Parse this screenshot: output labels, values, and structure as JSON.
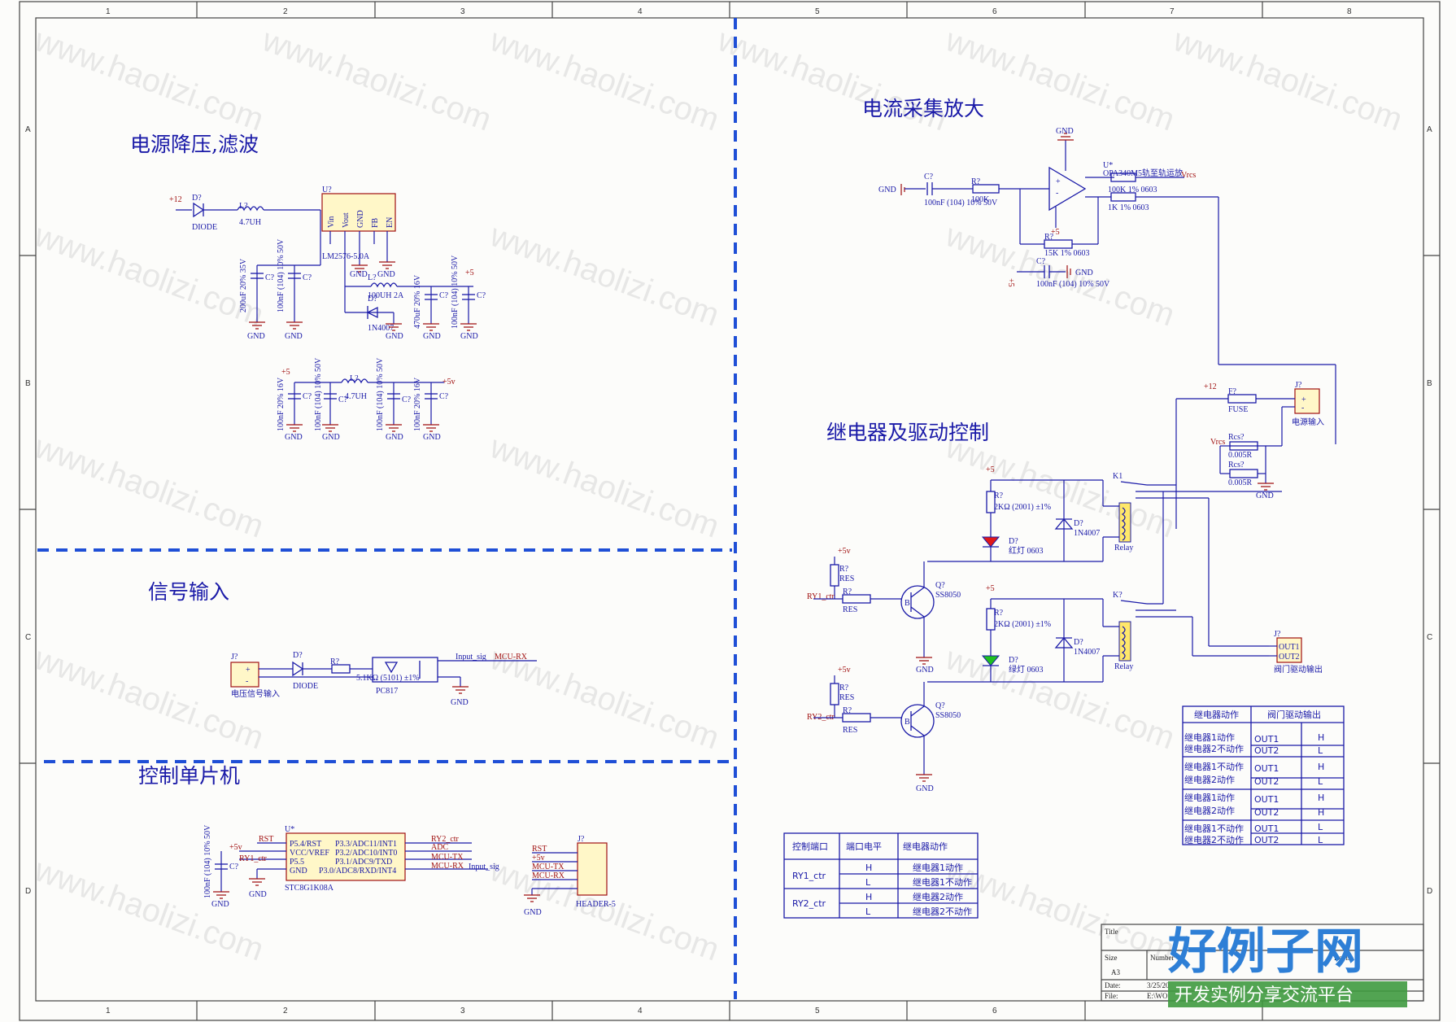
{
  "grid": {
    "columns": [
      "1",
      "2",
      "3",
      "4",
      "5",
      "6",
      "7",
      "8"
    ],
    "rows": [
      "A",
      "B",
      "C",
      "D"
    ]
  },
  "watermark": "www.haolizi.com",
  "sections": {
    "power": "电源降压,滤波",
    "current": "电流采集放大",
    "relay": "继电器及驱动控制",
    "signal": "信号输入",
    "mcu": "控制单片机"
  },
  "labels": {
    "p12": "+12",
    "d1": "D?",
    "diode": "DIODE",
    "l1": "L?",
    "l1v": "4.7UH",
    "u1": "U?",
    "vin": "Vin",
    "vout": "Vout",
    "gndpin": "GND",
    "fb": "FB",
    "en": "EN",
    "lm": "LM2576-5.0A",
    "c1": "C?",
    "c1v": "200uF 20% 35V",
    "c2": "C?",
    "c2v": "100nF (104) 10% 50V",
    "gnd": "GND",
    "l2": "L?",
    "l2v": "100UH 2A",
    "d2": "D?",
    "in4007": "1N4007",
    "c3v": "470uF 20% 16V",
    "c4v": "100nF (104) 10% 50V",
    "p5": "+5",
    "c5v": "100nF 20% 16V",
    "c6v": "100nF (104) 10% 50V",
    "l3v": "4.7UH",
    "c7v": "100nF (104) 10% 50V",
    "c8v": "100nF 20% 16V",
    "p5v": "+5v",
    "cap1v": "100nF (104) 10% 50V",
    "r1": "R?",
    "r1v": "100K",
    "u2": "U*",
    "op": "OPA340M5轨至轨运放",
    "vrcs": "Vrcs",
    "r2v": "100K 1% 0603",
    "r3v": "1K 1% 0603",
    "r4v": "15K 1% 0603",
    "cap2v": "100nF (104) 10% 50V",
    "gnd2": "GND",
    "j1": "J?",
    "power_in": "电源输入",
    "f1": "F?",
    "fuse": "FUSE",
    "rcs1": "Rcs?",
    "rcs1v": "0.005R",
    "rcs2": "Rcs?",
    "rcs2v": "0.005R",
    "k1": "K1",
    "k2": "K?",
    "relay": "Relay",
    "rled": "R?",
    "rledv": "2KΩ (2001) ±1%",
    "dled1": "D?",
    "red": "红灯 0603",
    "green": "绿灯 0603",
    "q1": "Q?",
    "ss8050": "SS8050",
    "res": "RES",
    "ry1": "RY1_ctr",
    "ry2": "RY2_ctr",
    "j2": "J?",
    "out1": "OUT1",
    "out2": "OUT2",
    "valve_out": "阀门驱动输出",
    "j3": "J?",
    "volt_in": "电压信号输入",
    "r5v": "5.1KΩ (5101) ±1%",
    "pc817": "PC817",
    "input_sig": "Input_sig",
    "mcurx": "MCU-RX",
    "u3": "U*",
    "stc": "STC8G1K08A",
    "p54": "P5.4/RST",
    "vcc": "VCC/VREF",
    "p55": "P5.5",
    "gndp": "GND",
    "p33": "P3.3/ADC11/INT1",
    "p32": "P3.2/ADC10/INT0",
    "p31": "P3.1/ADC9/TXD",
    "p30": "P3.0/ADC8/RXD/INT4",
    "rst": "RST",
    "adc": "ADC",
    "mcutx": "MCU-TX",
    "header": "HEADER-5",
    "capv": "100nF (104) 10% 50V"
  },
  "table_ctrl": {
    "headers": [
      "控制端口",
      "端口电平",
      "继电器动作"
    ],
    "rows": [
      [
        "RY1_ctr",
        "H",
        "继电器1动作"
      ],
      [
        "",
        "L",
        "继电器1不动作"
      ],
      [
        "RY2_ctr",
        "H",
        "继电器2动作"
      ],
      [
        "",
        "L",
        "继电器2不动作"
      ]
    ]
  },
  "table_valve": {
    "headers": [
      "继电器动作",
      "阀门驱动输出"
    ],
    "rows": [
      [
        "继电器1动作",
        "OUT1",
        "H"
      ],
      [
        "继电器2不动作",
        "OUT2",
        "L"
      ],
      [
        "继电器1不动作",
        "OUT1",
        "H"
      ],
      [
        "继电器2动作",
        "OUT2",
        "L"
      ],
      [
        "继电器1动作",
        "OUT1",
        "H"
      ],
      [
        "继电器2动作",
        "OUT2",
        "H"
      ],
      [
        "继电器1不动作",
        "OUT1",
        "L"
      ],
      [
        "继电器2不动作",
        "OUT2",
        "L"
      ]
    ]
  },
  "title_block": {
    "title": "Title",
    "size": "Size",
    "size_val": "A3",
    "number": "Number",
    "revision": "Revisi",
    "date": "Date:",
    "date_val": "3/25/20",
    "file": "File:",
    "file_val": "E:\\WO"
  },
  "logo": {
    "main": "好例子网",
    "sub": "开发实例分享交流平台"
  }
}
